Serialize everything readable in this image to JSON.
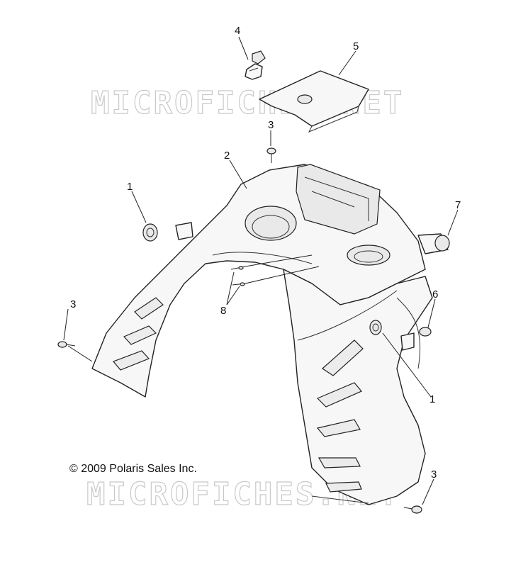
{
  "watermark": "MICROFICHES.NET",
  "copyright": "© 2009 Polaris Sales Inc.",
  "callouts": {
    "c4": "4",
    "c5": "5",
    "c3_top": "3",
    "c2": "2",
    "c1_left": "1",
    "c7": "7",
    "c3_left": "3",
    "c8": "8",
    "c6": "6",
    "c1_right": "1",
    "c3_bottom": "3"
  }
}
